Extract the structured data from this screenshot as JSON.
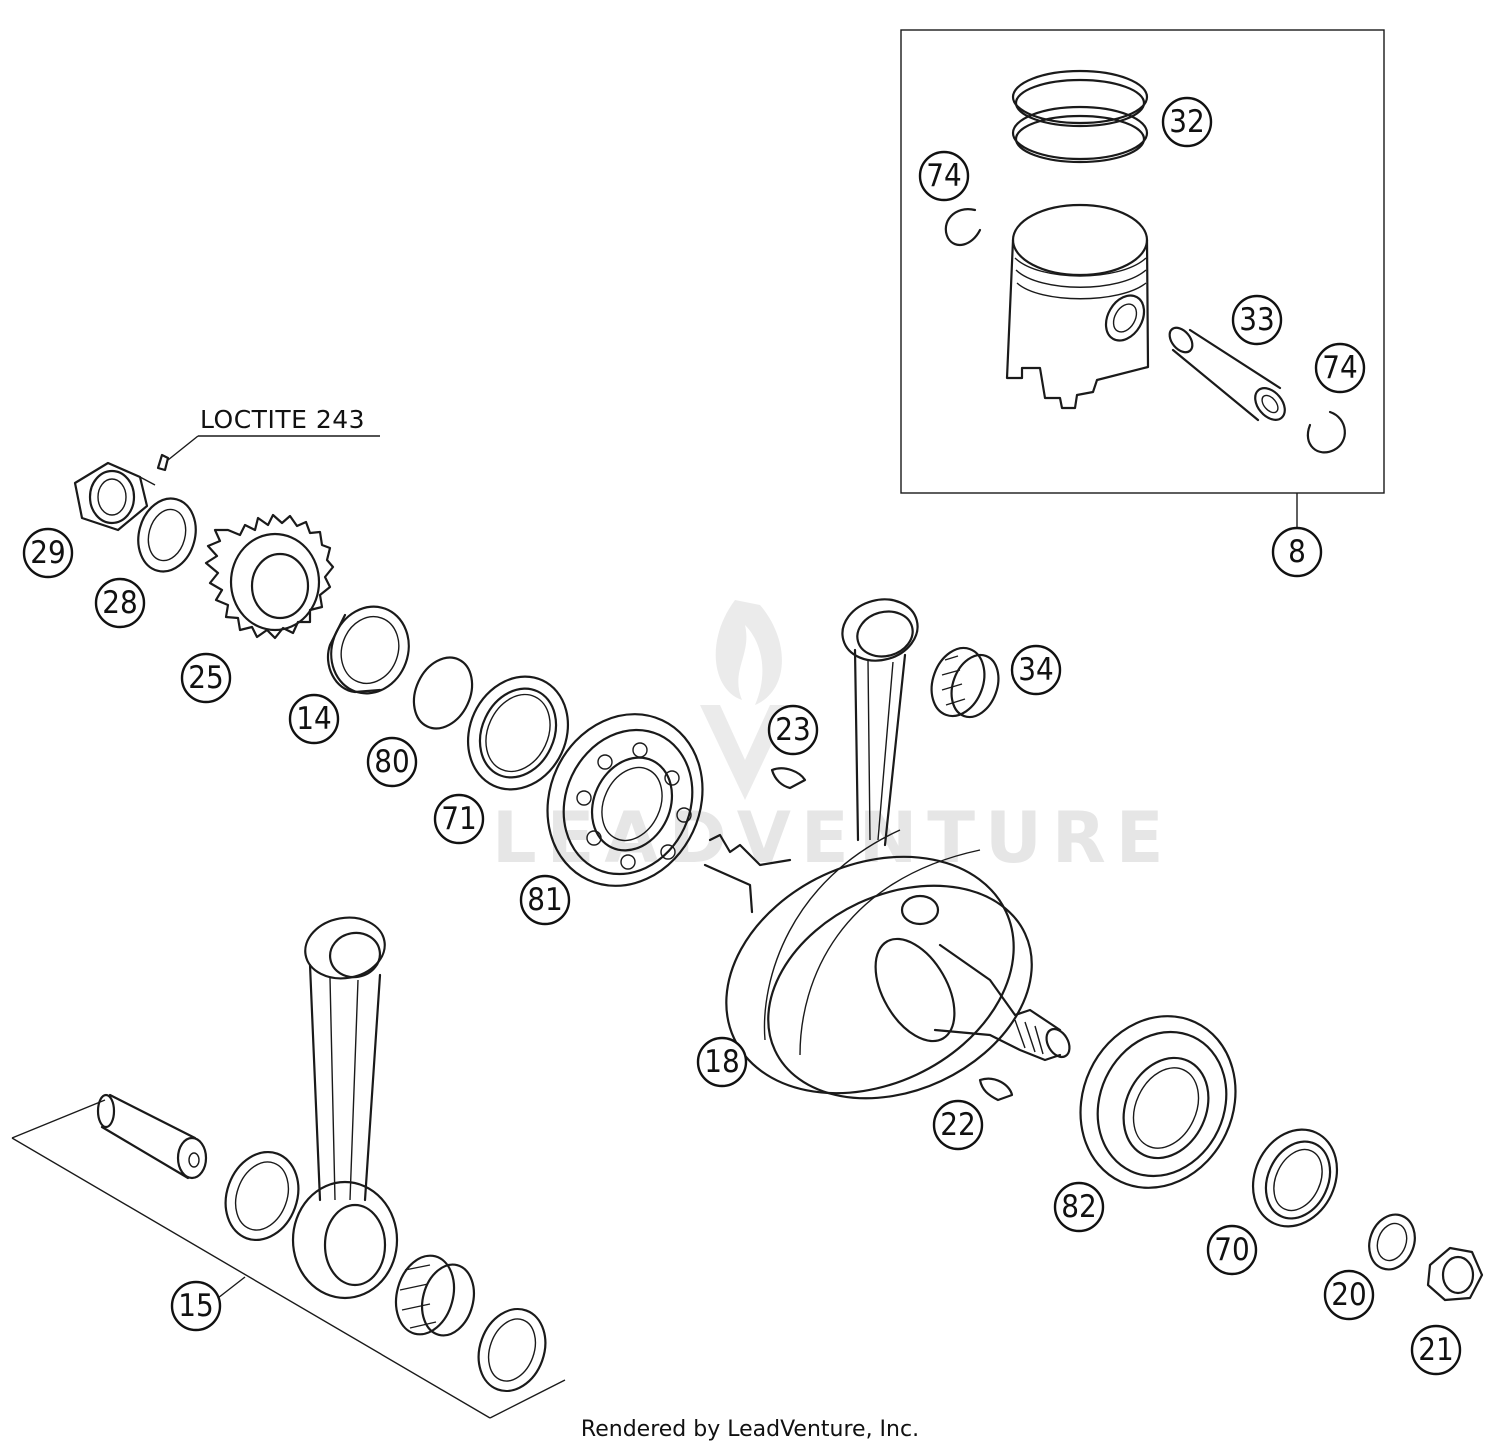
{
  "diagram": {
    "note": "LOCTITE 243",
    "footer": "Rendered by LeadVenture, Inc.",
    "watermark": "LEADVENTURE",
    "callouts": {
      "c32": "32",
      "c74a": "74",
      "c33": "33",
      "c74b": "74",
      "c8": "8",
      "c29": "29",
      "c28": "28",
      "c25": "25",
      "c14": "14",
      "c80": "80",
      "c71": "71",
      "c81": "81",
      "c23": "23",
      "c34": "34",
      "c18": "18",
      "c22": "22",
      "c82": "82",
      "c70": "70",
      "c20": "20",
      "c21": "21",
      "c15": "15"
    }
  }
}
